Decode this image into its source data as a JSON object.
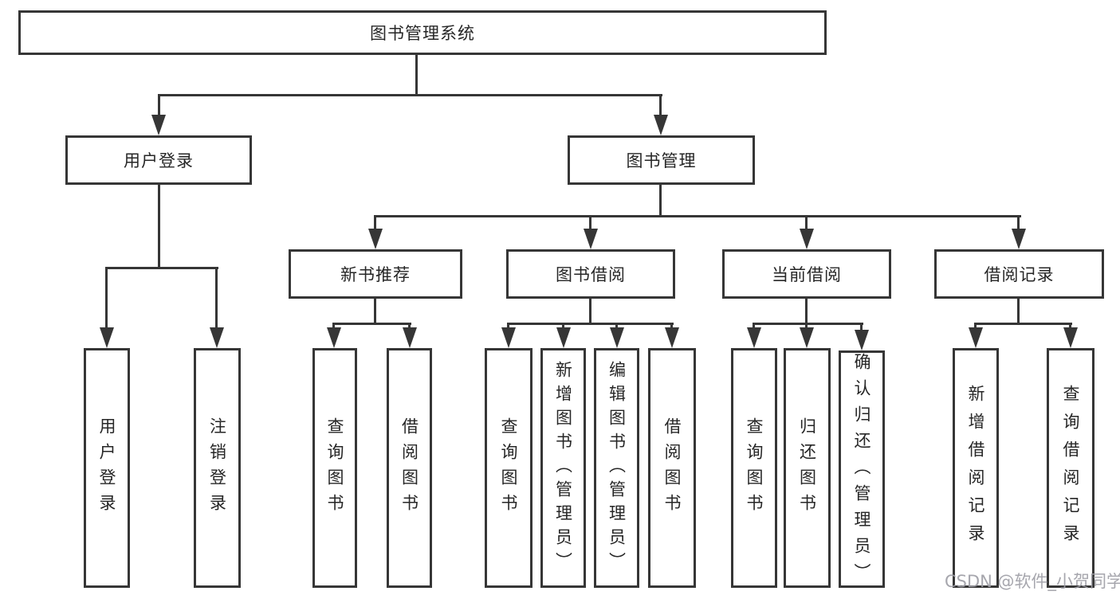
{
  "diagram_title": "图书管理系统",
  "nodes": {
    "root": {
      "label": "图书管理系统"
    },
    "user_login": {
      "label": "用户登录"
    },
    "book_mgmt": {
      "label": "图书管理"
    },
    "new_book_rec": {
      "label": "新书推荐"
    },
    "book_borrow": {
      "label": "图书借阅"
    },
    "current_borrow": {
      "label": "当前借阅"
    },
    "borrow_record": {
      "label": "借阅记录"
    },
    "leaf_user_login": {
      "label": "用户登录"
    },
    "leaf_logout": {
      "label": "注销登录"
    },
    "leaf_nbr_query": {
      "label": "查询图书"
    },
    "leaf_nbr_borrow": {
      "label": "借阅图书"
    },
    "leaf_bb_query": {
      "label": "查询图书"
    },
    "leaf_bb_add": {
      "label": "新增图书（管理员）"
    },
    "leaf_bb_edit": {
      "label": "编辑图书（管理员）"
    },
    "leaf_bb_borrow": {
      "label": "借阅图书"
    },
    "leaf_cb_query": {
      "label": "查询图书"
    },
    "leaf_cb_return": {
      "label": "归还图书"
    },
    "leaf_cb_confirm": {
      "label": "确认归还（管理员）"
    },
    "leaf_br_add": {
      "label": "新增借阅记录"
    },
    "leaf_br_query": {
      "label": "查询借阅记录"
    }
  },
  "watermark": "CSDN @软件_小贺同学",
  "colors": {
    "line": "#363636",
    "text": "#262626",
    "watermark": "#9e9ea6",
    "background": "#ffffff"
  }
}
